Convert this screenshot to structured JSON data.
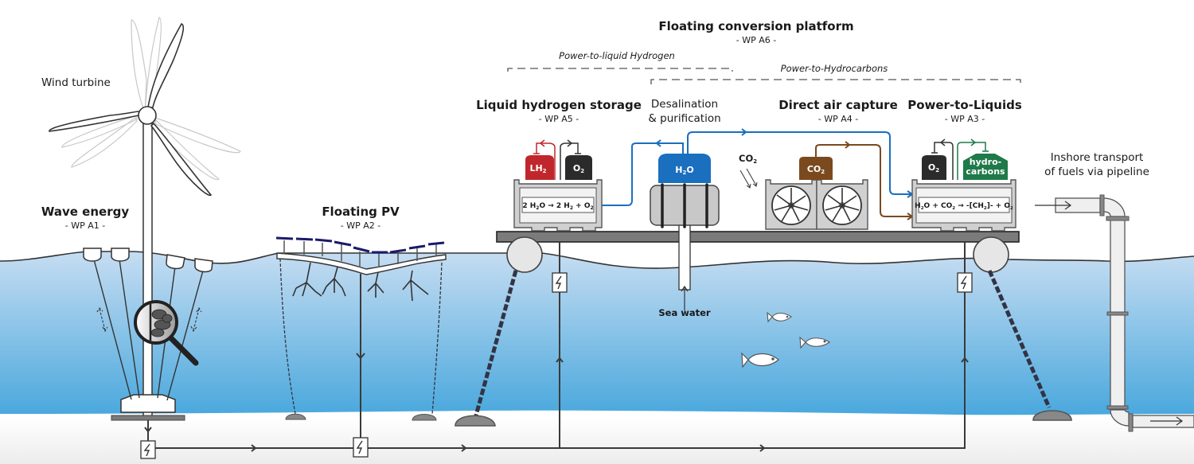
{
  "platform": {
    "title": "Floating conversion platform",
    "wp": "- WP A6 -",
    "groups": [
      {
        "label": "Power-to-liquid Hydrogen"
      },
      {
        "label": "Power-to-Hydrocarbons"
      }
    ]
  },
  "components": {
    "wind_turbine": {
      "label": "Wind turbine"
    },
    "wave_energy": {
      "title": "Wave energy",
      "wp": "- WP A1 -"
    },
    "floating_pv": {
      "title": "Floating PV",
      "wp": "- WP A2 -"
    },
    "lh2_storage": {
      "title": "Liquid hydrogen storage",
      "wp": "- WP A5 -"
    },
    "desalination": {
      "line1": "Desalination",
      "line2": "& purification"
    },
    "dac": {
      "title": "Direct air capture",
      "wp": "- WP A4 -"
    },
    "ptl": {
      "title": "Power-to-Liquids",
      "wp": "- WP A3 -"
    },
    "pipeline": {
      "line1": "Inshore transport",
      "line2": "of fuels via pipeline"
    },
    "sea_water": {
      "label": "Sea water"
    }
  },
  "tanks": {
    "lh2": {
      "label": "LH",
      "sub": "2",
      "color": "#c0272d"
    },
    "o2_a": {
      "label": "O",
      "sub": "2",
      "color": "#2b2b2b"
    },
    "h2o": {
      "label": "H",
      "sub": "2",
      "tail": "O",
      "color": "#1a6fbf"
    },
    "co2": {
      "label": "CO",
      "sub": "2",
      "color": "#7a4a1e"
    },
    "o2_b": {
      "label": "O",
      "sub": "2",
      "color": "#2b2b2b"
    },
    "hydrocarbons": {
      "line1": "hydro-",
      "line2": "carbons",
      "color": "#1f7a4a"
    }
  },
  "air_co2": {
    "label": "CO",
    "sub": "2"
  },
  "equations": {
    "electrolysis": {
      "a": "2 H",
      "a_sub": "2",
      "b": "O → 2 H",
      "b_sub": "2",
      "c": " + O",
      "c_sub": "2"
    },
    "ptl": {
      "a": "H",
      "a_sub": "2",
      "b": "O + CO",
      "b_sub": "2",
      "c": " → -[CH",
      "c_sub": "2",
      "d": "]- + O",
      "d_sub": "2"
    }
  },
  "colors": {
    "water_top": "#c6ddf2",
    "water_bottom": "#4aa8dd",
    "h2o_line": "#1a6fbf",
    "co2_line": "#7a4a1e",
    "lh2_line": "#c0272d",
    "hc_line": "#1f7a4a",
    "platform_deck": "#7b7b7b"
  },
  "icons": {
    "power_converter": "lightning-bolt-icon",
    "magnifier": "magnifying-glass-icon",
    "fish": "fish-icon",
    "fan": "fan-icon"
  }
}
